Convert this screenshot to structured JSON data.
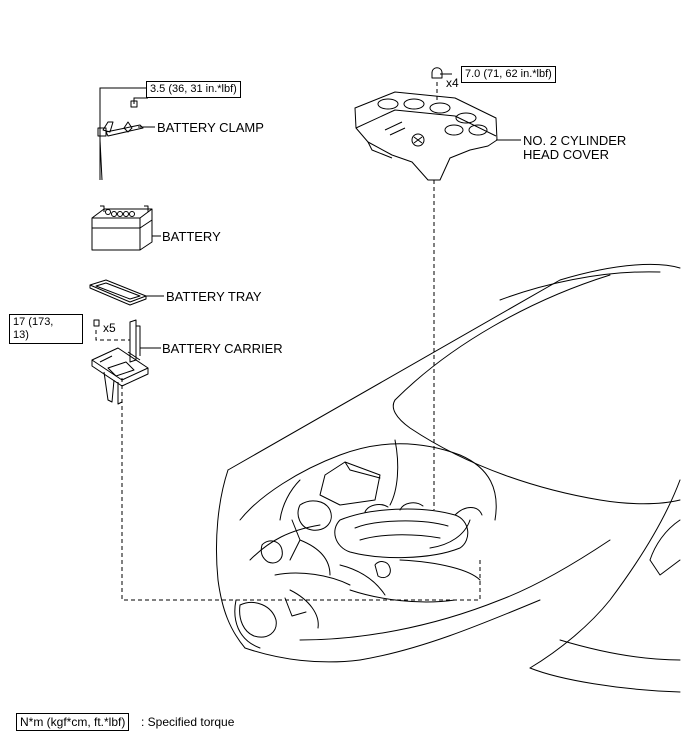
{
  "parts": {
    "battery_clamp": "BATTERY CLAMP",
    "battery": "BATTERY",
    "battery_tray": "BATTERY TRAY",
    "battery_carrier": "BATTERY CARRIER",
    "head_cover_line1": "NO. 2 CYLINDER",
    "head_cover_line2": "HEAD COVER"
  },
  "torques": {
    "clamp": "3.5 (36, 31 in.*lbf)",
    "head_cover": "7.0 (71, 62 in.*lbf)",
    "carrier_line1": "17 (173,",
    "carrier_line2": "13)"
  },
  "quantities": {
    "head_cover": "x4",
    "carrier": "x5"
  },
  "legend": {
    "unit": "N*m (kgf*cm, ft.*lbf)",
    "text": ": Specified torque"
  }
}
